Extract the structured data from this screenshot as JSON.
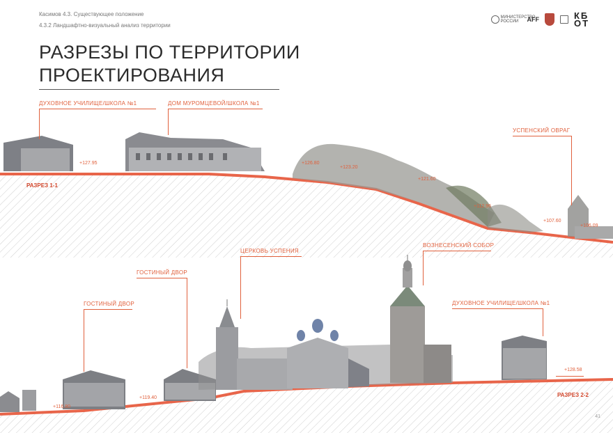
{
  "header": {
    "line1": "Касимов 4.3. Существующее положение",
    "line2": "4.3.2 Ландшафтно-визуальный анализ территории"
  },
  "title": {
    "line1": "РАЗРЕЗЫ ПО ТЕРРИТОРИИ",
    "line2": "ПРОЕКТИРОВАНИЯ"
  },
  "logos": {
    "ministry": "МИНИСТЕРСТВО РОССИИ",
    "aff": "AFF",
    "kb": "КБОТ"
  },
  "section1": {
    "cut_label": "РАЗРЕЗ 1-1",
    "labels": [
      "ДУХОВНОЕ УЧИЛИЩЕ/ШКОЛА №1",
      "ДОМ МУРОМЦЕВОЙ/ШКОЛА №1",
      "УСПЕНСКИЙ ОВРАГ"
    ],
    "elevations": [
      "+127.95",
      "+126.80",
      "+123.20",
      "+121.60",
      "+112.96",
      "+107.60",
      "+106.09"
    ]
  },
  "section2": {
    "cut_label": "РАЗРЕЗ 2-2",
    "labels": [
      "ГОСТИНЫЙ ДВОР",
      "ГОСТИНЫЙ ДВОР",
      "ЦЕРКОВЬ УСПЕНИЯ",
      "ВОЗНЕСЕНСКИЙ СОБОР",
      "ДУХОВНОЕ УЧИЛИЩЕ/ШКОЛА №1"
    ],
    "elevations": [
      "+116.80",
      "+119.40",
      "+128.58"
    ]
  },
  "page_number": "41",
  "colors": {
    "accent": "#e0603c",
    "ground": "#e8654a",
    "hatch": "#c9c9c9"
  }
}
